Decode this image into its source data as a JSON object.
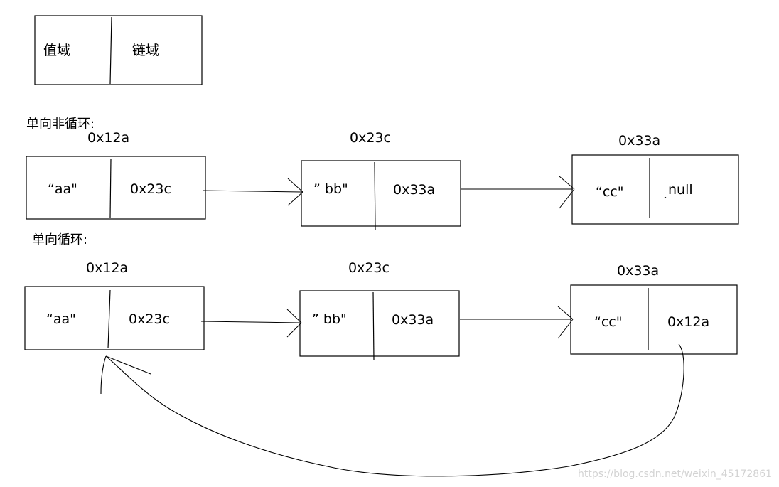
{
  "legend": {
    "value_field": "值域",
    "link_field": "链域"
  },
  "sections": [
    {
      "heading": "单向非循环:",
      "nodes": [
        {
          "address": "0x12a",
          "value": "“aa\"",
          "next": "0x23c"
        },
        {
          "address": "0x23c",
          "value": "”  bb\"",
          "next": "0x33a"
        },
        {
          "address": "0x33a",
          "value": "“cc\"",
          "next": "null"
        }
      ]
    },
    {
      "heading": "单向循环:",
      "nodes": [
        {
          "address": "0x12a",
          "value": "“aa\"",
          "next": "0x23c"
        },
        {
          "address": "0x23c",
          "value": "”  bb\"",
          "next": "0x33a"
        },
        {
          "address": "0x33a",
          "value": "“cc\"",
          "next": "0x12a"
        }
      ]
    }
  ],
  "watermark": "https://blog.csdn.net/weixin_45172861"
}
